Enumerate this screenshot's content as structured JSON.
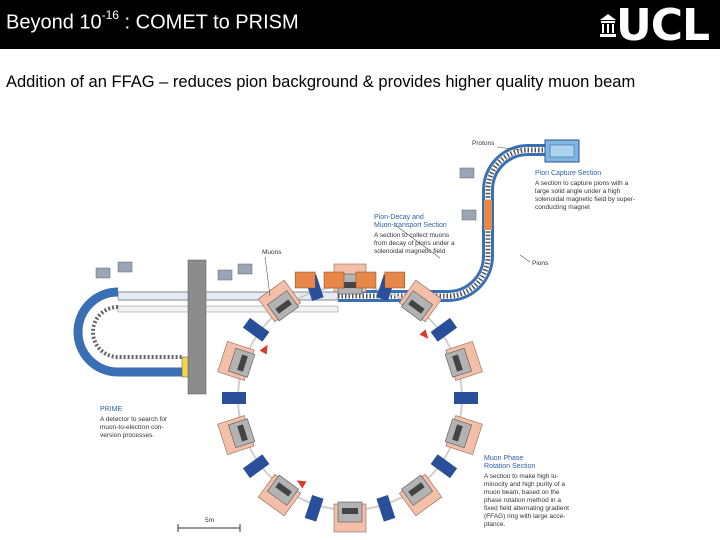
{
  "header": {
    "title_prefix": "Beyond 10",
    "title_exponent": "-16",
    "title_suffix": " : COMET to PRISM",
    "logo_text": "UCL"
  },
  "subtitle": "Addition of an FFAG – reduces pion background & provides higher quality muon beam",
  "diagram": {
    "labels": {
      "protons": "Protons",
      "muons": "Muons",
      "pions": "Pions",
      "scale": "5m"
    },
    "sections": [
      {
        "title": "Pion Capture Section",
        "lines": [
          "A section to capture pions with a",
          "large solid angle under a high",
          "solenoidal magnetic field by super-",
          "conducting magnet"
        ]
      },
      {
        "title": "Pion-Decay and",
        "title2": "Muon-transport Section",
        "lines": [
          "A section to collect muons",
          "from decay of pions under a",
          "solenoidal magnetic field"
        ]
      },
      {
        "title": "PRIME",
        "lines": [
          "A detector to search for",
          "muon-to-electron con-",
          "version processes."
        ]
      },
      {
        "title": "Muon Phase",
        "title2": "Rotation Section",
        "lines": [
          "A section to make high lu-",
          "minocity and high purity of a",
          "muon beam, based on the",
          "phase rotation method in a",
          "fixed field alternating gradient",
          "(FFAG) ring with large acce-",
          "ptance."
        ]
      }
    ],
    "colors": {
      "ring_blue": "#2a4f9a",
      "magnet_orange": "#e8874a",
      "magnet_pink": "#f4bfa8",
      "beam_arrow": "#d93a2b",
      "coil_grey": "#b3b3b3",
      "label_blue": "#2b63a8"
    }
  }
}
